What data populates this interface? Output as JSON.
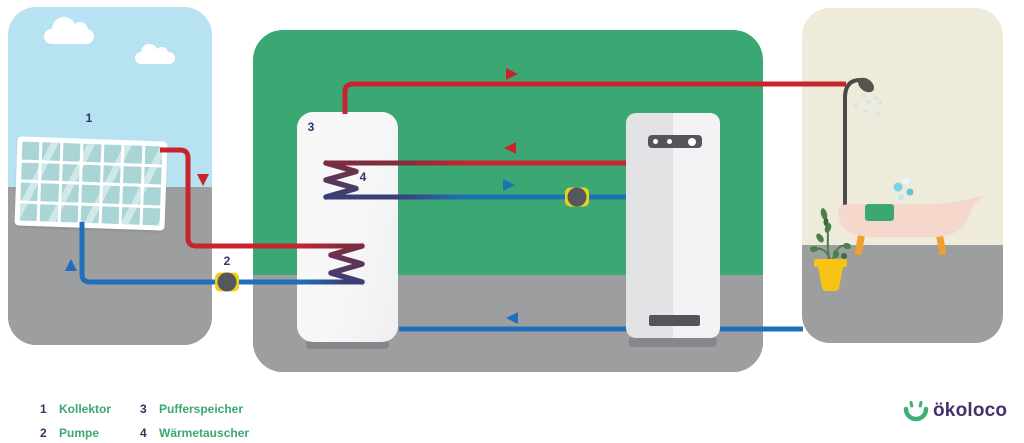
{
  "diagram": {
    "markers": {
      "collector": "1",
      "pump": "2",
      "buffer_tank": "3",
      "heat_exchanger": "4"
    }
  },
  "legend": {
    "items": [
      {
        "num": "1",
        "label": "Kollektor"
      },
      {
        "num": "2",
        "label": "Pumpe"
      },
      {
        "num": "3",
        "label": "Pufferspeicher"
      },
      {
        "num": "4",
        "label": "Wärmetauscher"
      }
    ]
  },
  "logo": {
    "text": "ökoloco"
  },
  "icons": {
    "flow_arrow_right": "triangle-right",
    "flow_arrow_left": "triangle-left",
    "flow_arrow_up": "triangle-up",
    "flow_arrow_down": "triangle-down",
    "pump_symbol": "circle-on-pipe",
    "smiley": "brand-smile"
  },
  "colors": {
    "hot_pipe": "#C7242E",
    "cold_pipe": "#1F70B8",
    "coil_hot_dark": "#7E2C3E",
    "coil_cold_dark": "#3A3F78",
    "panel_green": "#3BA873",
    "ground_gray": "#9C9EA0",
    "sky_blue": "#B7E2F1",
    "bathroom_cream": "#EEEBDA",
    "marker_navy": "#2F3467",
    "pump_yellow": "#EED01C",
    "pump_body": "#56575C",
    "brand_green": "#3CB06E",
    "brand_purple": "#443166",
    "tub_pink": "#F6D7CC",
    "leg_orange": "#EFA02F",
    "pot_yellow": "#F8C413",
    "collector_cell_teal": "#A9D5D6"
  }
}
